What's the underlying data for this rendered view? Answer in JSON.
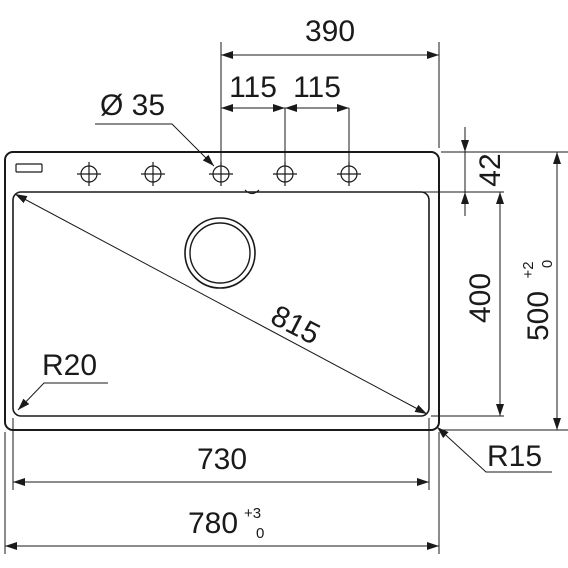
{
  "labels": {
    "top_width": "390",
    "spacing_left": "115",
    "spacing_right": "115",
    "hole_diameter": "Ø 35",
    "diagonal": "815",
    "inner_radius": "R20",
    "inner_width": "730",
    "outer_width": "780",
    "outer_width_tol_upper": "+3",
    "outer_width_tol_lower": "0",
    "tap_ledge": "42",
    "inner_depth": "400",
    "outer_depth": "500",
    "outer_depth_tol_upper": "+2",
    "outer_depth_tol_lower": "0",
    "outer_radius": "R15"
  },
  "colors": {
    "ink": "#1a1a1a",
    "background": "#ffffff"
  }
}
